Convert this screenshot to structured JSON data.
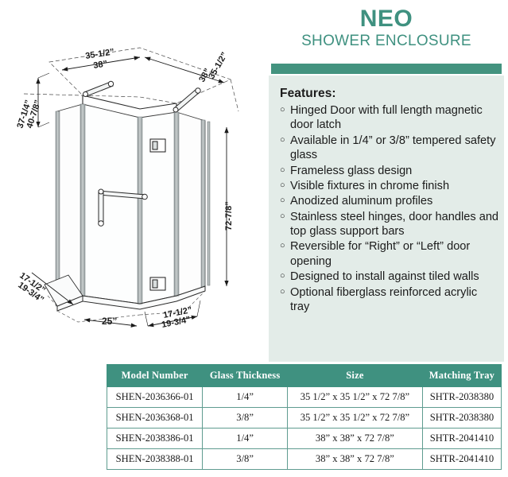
{
  "header": {
    "title": "NEO",
    "subtitle": "SHOWER ENCLOSURE"
  },
  "features": {
    "heading": "Features:",
    "bullet_glyph": "○",
    "items": [
      "Hinged Door with full length magnetic door latch",
      "Available in 1/4” or 3/8” tempered safety glass",
      "Frameless glass design",
      "Visible fixtures in chrome finish",
      "Anodized aluminum profiles",
      "Stainless steel hinges, door handles and top glass support bars",
      "Reversible for “Right” or “Left” door opening",
      "Designed to install against tiled walls",
      "Optional fiberglass reinforced acrylic tray"
    ]
  },
  "drawing": {
    "dimensions": {
      "top_left_width_a": "35-1/2”",
      "top_left_width_b": "38”",
      "top_right_width_a": "35-1/2”",
      "top_right_width_b": "38”",
      "left_depth_a": "37-1/4”",
      "left_depth_b": "40-7/8”",
      "height": "72-7/8”",
      "bottom_left_a": "17-1/2”",
      "bottom_left_b": "19-3/4”",
      "bottom_center": "25”",
      "bottom_right_a": "17-1/2”",
      "bottom_right_b": "19-3/4”"
    }
  },
  "table": {
    "columns": [
      "Model Number",
      "Glass Thickness",
      "Size",
      "Matching Tray"
    ],
    "rows": [
      [
        "SHEN-2036366-01",
        "1/4”",
        "35 1/2” x 35 1/2” x 72 7/8”",
        "SHTR-2038380"
      ],
      [
        "SHEN-2036368-01",
        "3/8”",
        "35 1/2” x 35 1/2” x 72 7/8”",
        "SHTR-2038380"
      ],
      [
        "SHEN-2038386-01",
        "1/4”",
        "38” x 38” x 72 7/8”",
        "SHTR-2041410"
      ],
      [
        "SHEN-2038388-01",
        "3/8”",
        "38” x 38” x 72 7/8”",
        "SHTR-2041410"
      ]
    ]
  },
  "colors": {
    "accent_teal": "#3f9180",
    "panel_mint": "#e3ece8",
    "bar_teal": "#43937f"
  }
}
